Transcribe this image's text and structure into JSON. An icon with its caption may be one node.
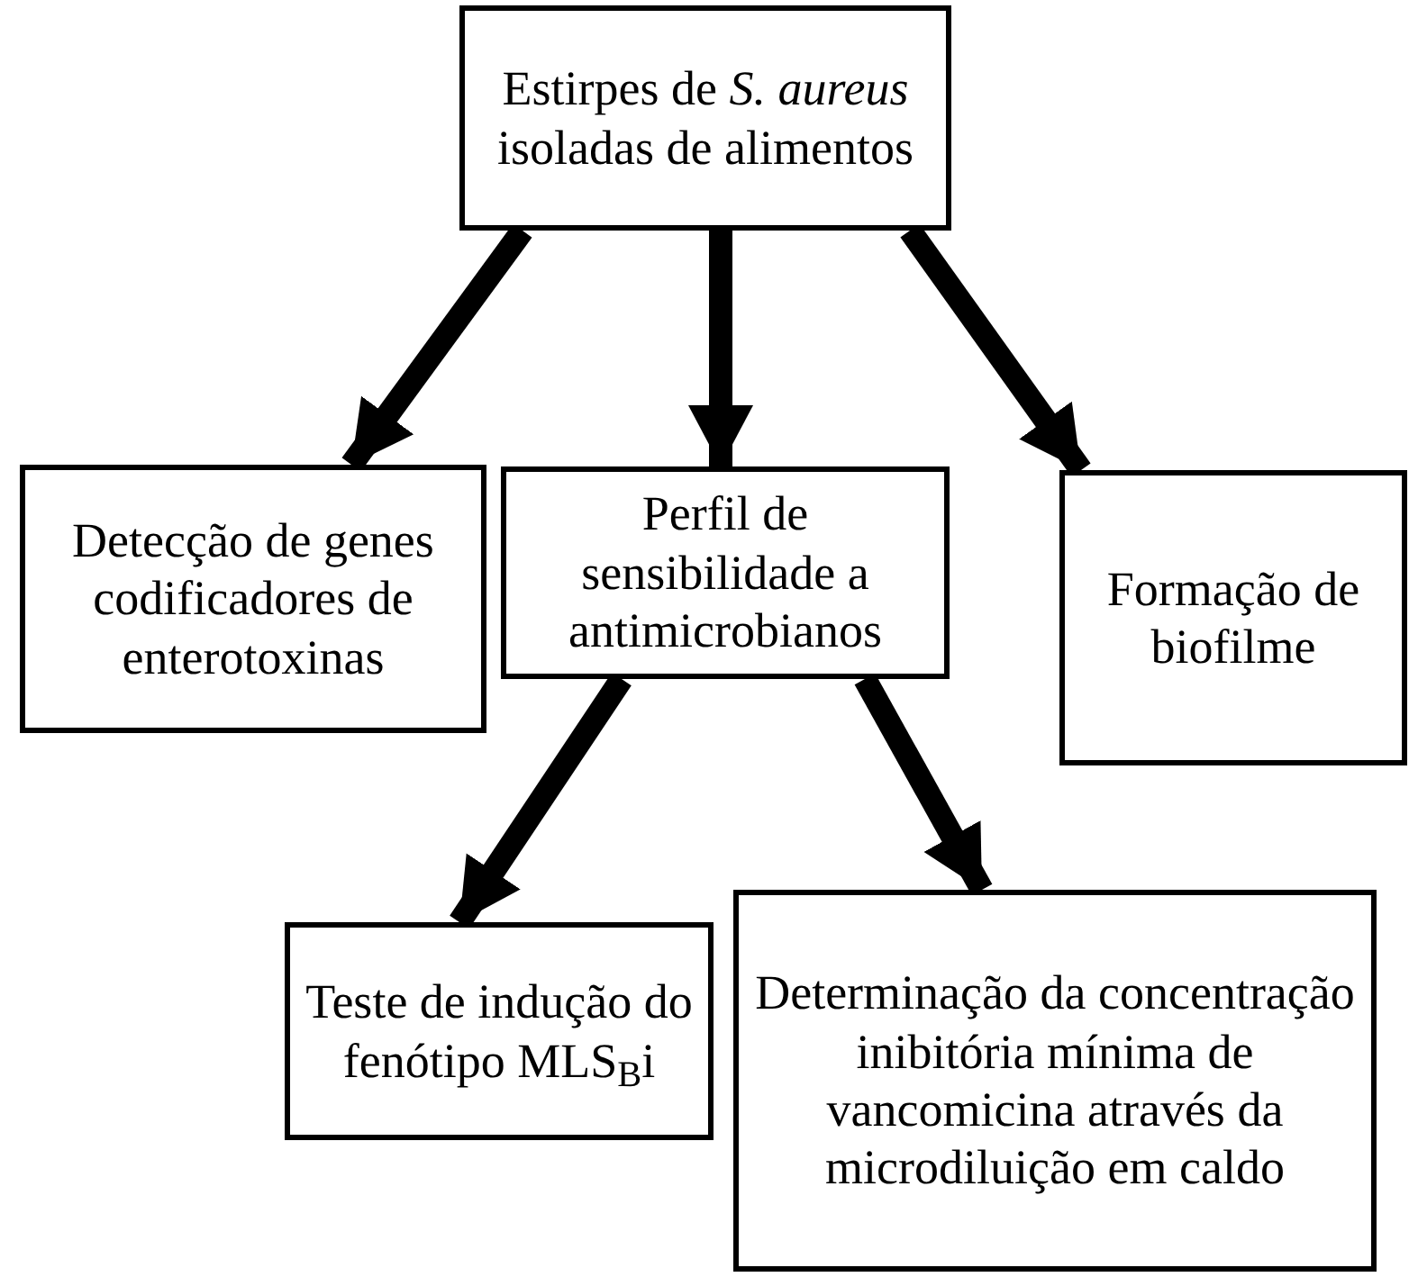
{
  "diagram": {
    "nodes": [
      {
        "text": [
          "Estirpes de *S. aureus* isoladas de alimentos"
        ]
      },
      {
        "text": [
          "Detecção de genes codificadores de enterotoxinas"
        ]
      },
      {
        "text": [
          "Perfil de sensibilidade a antimicrobianos"
        ]
      },
      {
        "text": [
          "Formação de biofilme"
        ]
      },
      {
        "text": [
          "Teste de indução do fenótipo MLS$_{B}$i"
        ]
      },
      {
        "text": [
          "Determinação da concentração inibitória mínima de vancomicina através da microdiluição em caldo"
        ]
      }
    ],
    "edges": [
      {
        "from": 0,
        "to": 1,
        "arrow": "to"
      },
      {
        "from": 0,
        "to": 2,
        "arrow": "to"
      },
      {
        "from": 0,
        "to": 3,
        "arrow": "to"
      },
      {
        "from": 2,
        "to": 4,
        "arrow": "to"
      },
      {
        "from": 2,
        "to": 5,
        "arrow": "to"
      }
    ]
  }
}
